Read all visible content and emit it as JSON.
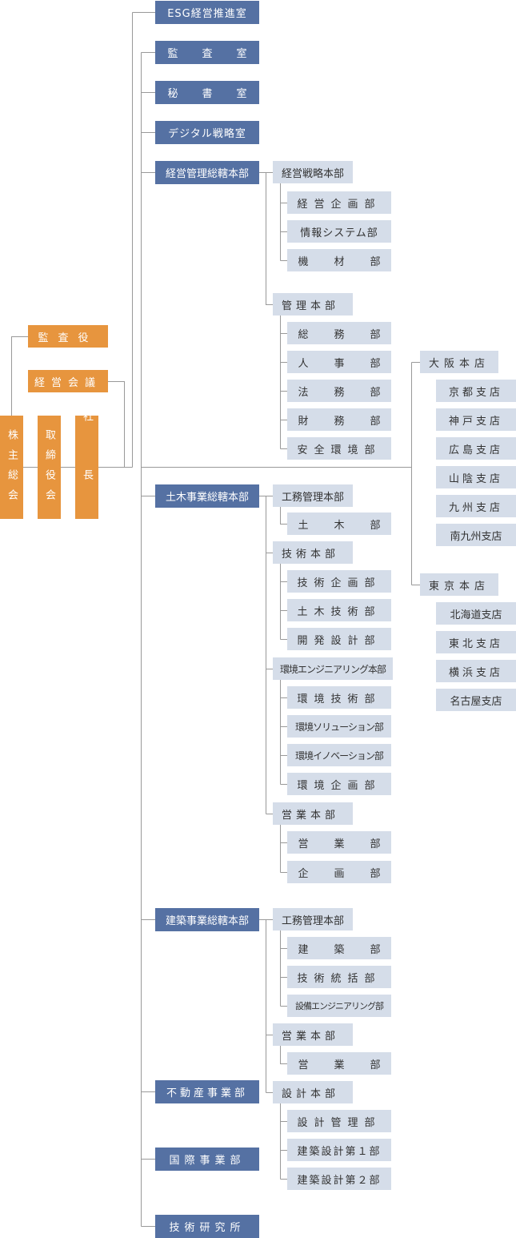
{
  "governance": {
    "auditor": "監査役",
    "management_council": "経営会議",
    "shareholders": "株主総会",
    "board": "取締役会",
    "president": "社長"
  },
  "staff_offices": {
    "esg": "ESG経営推進室",
    "audit": "監査室",
    "secretary": "秘書室",
    "digital": "デジタル戦略室"
  },
  "management": {
    "title": "経営管理総轄本部",
    "strategy": {
      "title": "経営戦略本部",
      "depts": [
        "経営企画部",
        "情報システム部",
        "機材部"
      ]
    },
    "admin": {
      "title": "管理本部",
      "depts": [
        "総務部",
        "人事部",
        "法務部",
        "財務部",
        "安全環境部"
      ]
    }
  },
  "civil": {
    "title": "土木事業総轄本部",
    "construction_mgmt": {
      "title": "工務管理本部",
      "depts": [
        "土木部"
      ]
    },
    "tech": {
      "title": "技術本部",
      "depts": [
        "技術企画部",
        "土木技術部",
        "開発設計部"
      ]
    },
    "env": {
      "title": "環境エンジニアリング本部",
      "depts": [
        "環境技術部",
        "環境ソリューション部",
        "環境イノベーション部",
        "環境企画部"
      ]
    },
    "sales": {
      "title": "営業本部",
      "depts": [
        "営業部",
        "企画部"
      ]
    }
  },
  "building": {
    "title": "建築事業総轄本部",
    "construction_mgmt": {
      "title": "工務管理本部",
      "depts": [
        "建築部",
        "技術統括部",
        "設備エンジニアリング部"
      ]
    },
    "sales": {
      "title": "営業本部",
      "depts": [
        "営業部"
      ]
    },
    "design": {
      "title": "設計本部",
      "depts": [
        "設計管理部",
        "建築設計第１部",
        "建築設計第２部"
      ]
    }
  },
  "other_divisions": {
    "real_estate": "不動産事業部",
    "international": "国際事業部",
    "research": "技術研究所"
  },
  "branches": {
    "osaka": {
      "title": "大阪本店",
      "branches": [
        "京都支店",
        "神戸支店",
        "広島支店",
        "山陰支店",
        "九州支店",
        "南九州支店"
      ]
    },
    "tokyo": {
      "title": "東京本店",
      "branches": [
        "北海道支店",
        "東北支店",
        "横浜支店",
        "名古屋支店"
      ]
    }
  },
  "colors": {
    "governance": "#e7953e",
    "division": "#5571a3",
    "department": "#d5dde9",
    "line": "#999999"
  }
}
